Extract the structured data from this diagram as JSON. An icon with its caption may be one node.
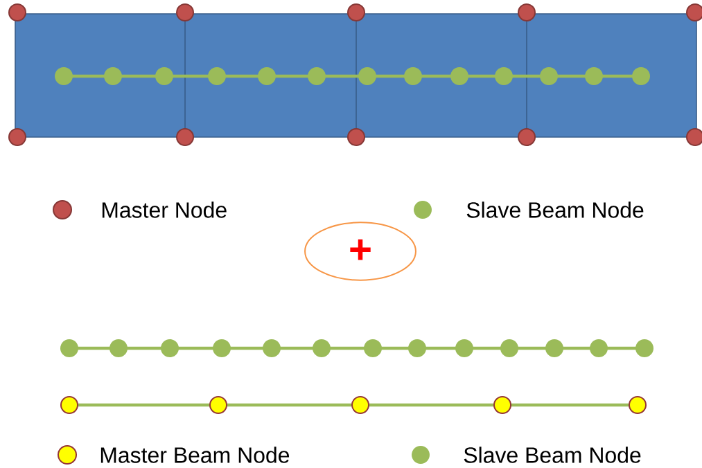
{
  "diagram": {
    "nodes": [
      {
        "text": [
          "+"
        ]
      }
    ],
    "legend": [
      {
        "text": "Master Node",
        "color": "#c0504d"
      },
      {
        "text": "Slave Beam Node",
        "color": "#9bbb59"
      },
      {
        "text": "Master Beam Node",
        "color": "#ffff00"
      },
      {
        "text": "Slave Beam Node",
        "color": "#9bbb59"
      }
    ]
  }
}
